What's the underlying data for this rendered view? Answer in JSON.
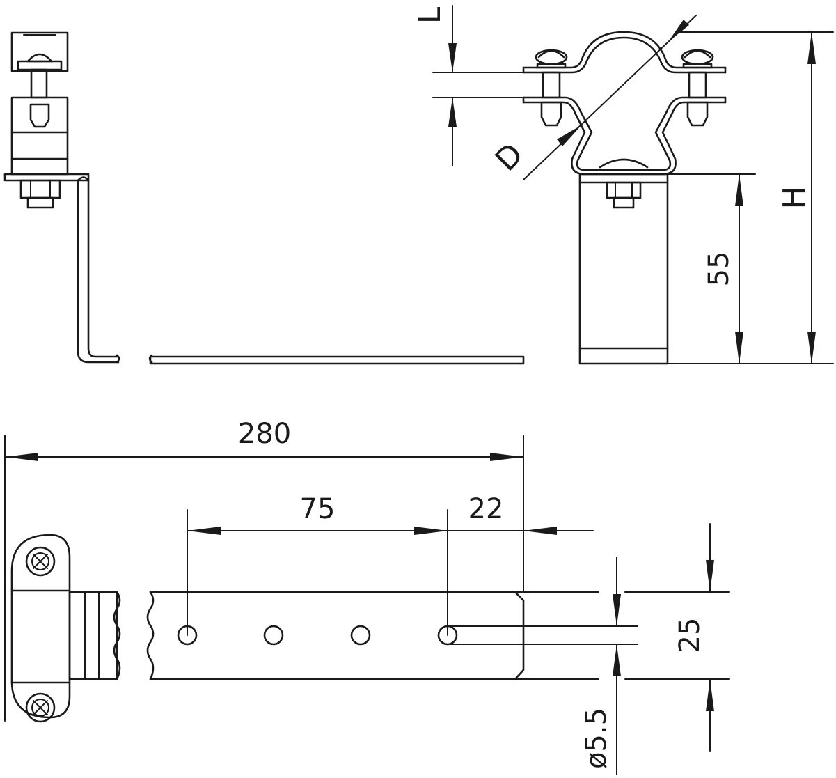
{
  "dimensions": {
    "overall_length": "280",
    "hole_pitch": "75",
    "end_offset": "22",
    "strip_width": "25",
    "hole_diameter": "ø5.5",
    "base_height": "55"
  },
  "labels": {
    "length": "L",
    "diameter": "D",
    "height": "H"
  }
}
